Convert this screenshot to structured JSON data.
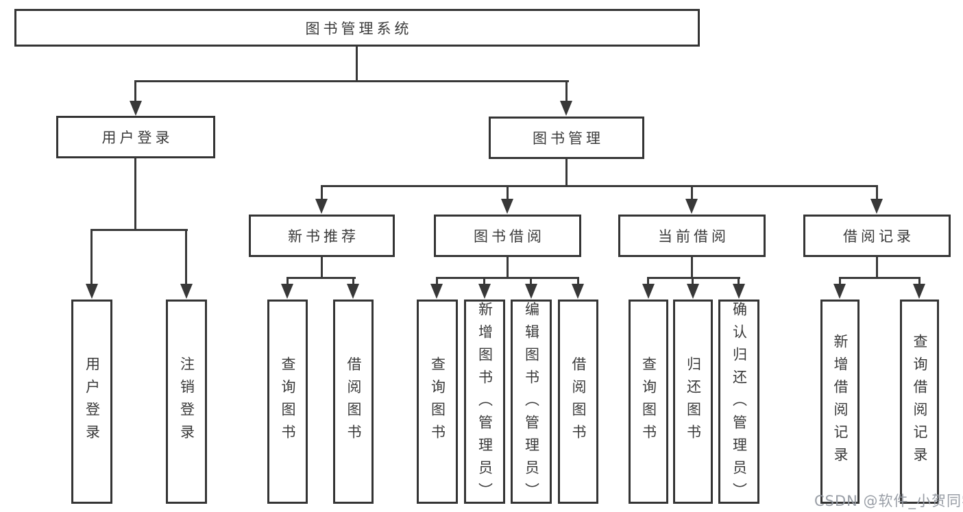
{
  "diagram": {
    "title": "图书管理系统",
    "tree": {
      "label": "图书管理系统",
      "children": [
        {
          "label": "用户登录",
          "children": [
            {
              "label": "用户登录"
            },
            {
              "label": "注销登录"
            }
          ]
        },
        {
          "label": "图书管理",
          "children": [
            {
              "label": "新书推荐",
              "children": [
                {
                  "label": "查询图书"
                },
                {
                  "label": "借阅图书"
                }
              ]
            },
            {
              "label": "图书借阅",
              "children": [
                {
                  "label": "查询图书"
                },
                {
                  "label": "新增图书（管理员）"
                },
                {
                  "label": "编辑图书（管理员）"
                },
                {
                  "label": "借阅图书"
                }
              ]
            },
            {
              "label": "当前借阅",
              "children": [
                {
                  "label": "查询图书"
                },
                {
                  "label": "归还图书"
                },
                {
                  "label": "确认归还（管理员）"
                }
              ]
            },
            {
              "label": "借阅记录",
              "children": [
                {
                  "label": "新增借阅记录"
                },
                {
                  "label": "查询借阅记录"
                }
              ]
            }
          ]
        }
      ]
    },
    "watermark": "CSDN @软件_小贺同学",
    "colors": {
      "line": "#383838",
      "box_border": "#343434",
      "text": "#3a3a3a",
      "background": "#ffffff",
      "watermark": "#94999f"
    }
  }
}
